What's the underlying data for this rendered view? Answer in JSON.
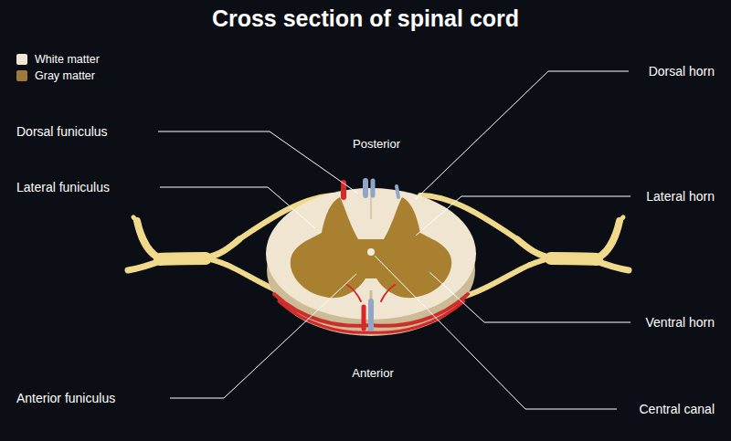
{
  "diagram": {
    "title": "Cross section of spinal cord",
    "labels": [
      "Dorsal horn",
      "Dorsal funiculus",
      "Posterior",
      "Lateral funiculus",
      "Lateral horn",
      "Ventral horn",
      "Anterior",
      "Anterior funiculus",
      "Central canal"
    ],
    "legend": [
      {
        "text": "White matter",
        "color": "#efe6d3"
      },
      {
        "text": "Gray matter",
        "color": "#9c7a3a"
      }
    ]
  }
}
